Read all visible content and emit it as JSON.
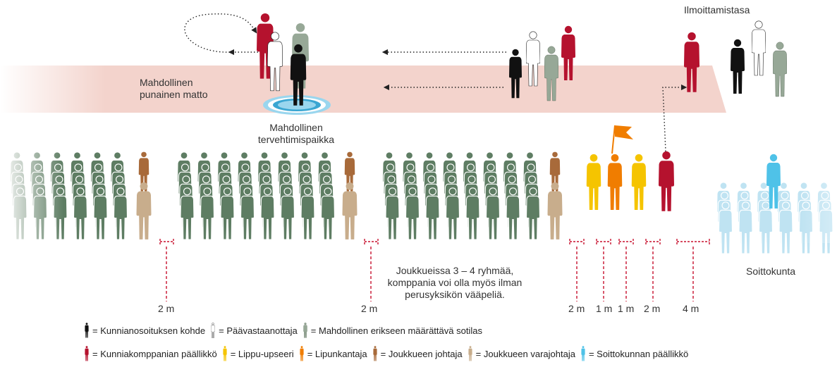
{
  "labels": {
    "reporting_place": "Ilmoittamistasa",
    "carpet_line1": "Mahdollinen",
    "carpet_line2": "punainen matto",
    "greeting_line1": "Mahdollinen",
    "greeting_line2": "tervehtimispaikka",
    "platoon_note_line1": "Joukkueissa 3 – 4 ryhmää,",
    "platoon_note_line2": "komppania voi olla myös ilman",
    "platoon_note_line3": "perusyksikön vääpeliä.",
    "band": "Soittokunta"
  },
  "distances": [
    "2 m",
    "2 m",
    "2 m",
    "1 m",
    "1 m",
    "2 m",
    "4 m"
  ],
  "legend": {
    "row1": [
      {
        "icon": "black-figure-icon",
        "color": "#111111",
        "text": "= Kunnianosoituksen kohde"
      },
      {
        "icon": "white-figure-icon",
        "color": "#ffffff",
        "text": "= Päävastaanottaja"
      },
      {
        "icon": "grey-green-figure-icon",
        "color": "#97a897",
        "text": "= Mahdollinen erikseen määrättävä sotilas"
      }
    ],
    "row2": [
      {
        "icon": "red-figure-icon",
        "color": "#b5122e",
        "text": "= Kunniakomppanian päällikkö"
      },
      {
        "icon": "yellow-figure-icon",
        "color": "#f5c400",
        "text": "= Lippu-upseeri"
      },
      {
        "icon": "orange-figure-icon",
        "color": "#f07d00",
        "text": "= Lipunkantaja"
      },
      {
        "icon": "brown-figure-icon",
        "color": "#a86a3a",
        "text": "= Joukkueen johtaja"
      },
      {
        "icon": "tan-figure-icon",
        "color": "#c8ad8c",
        "text": "= Joukkueen varajohtaja"
      },
      {
        "icon": "blue-figure-icon",
        "color": "#4fc2e8",
        "text": "= Soittokunnan päällikkö"
      }
    ]
  },
  "colors": {
    "carpet": "#f3d3cc",
    "soldier": "#5e7d63",
    "band": "#bfe3f2",
    "marker": "#c8102e"
  }
}
